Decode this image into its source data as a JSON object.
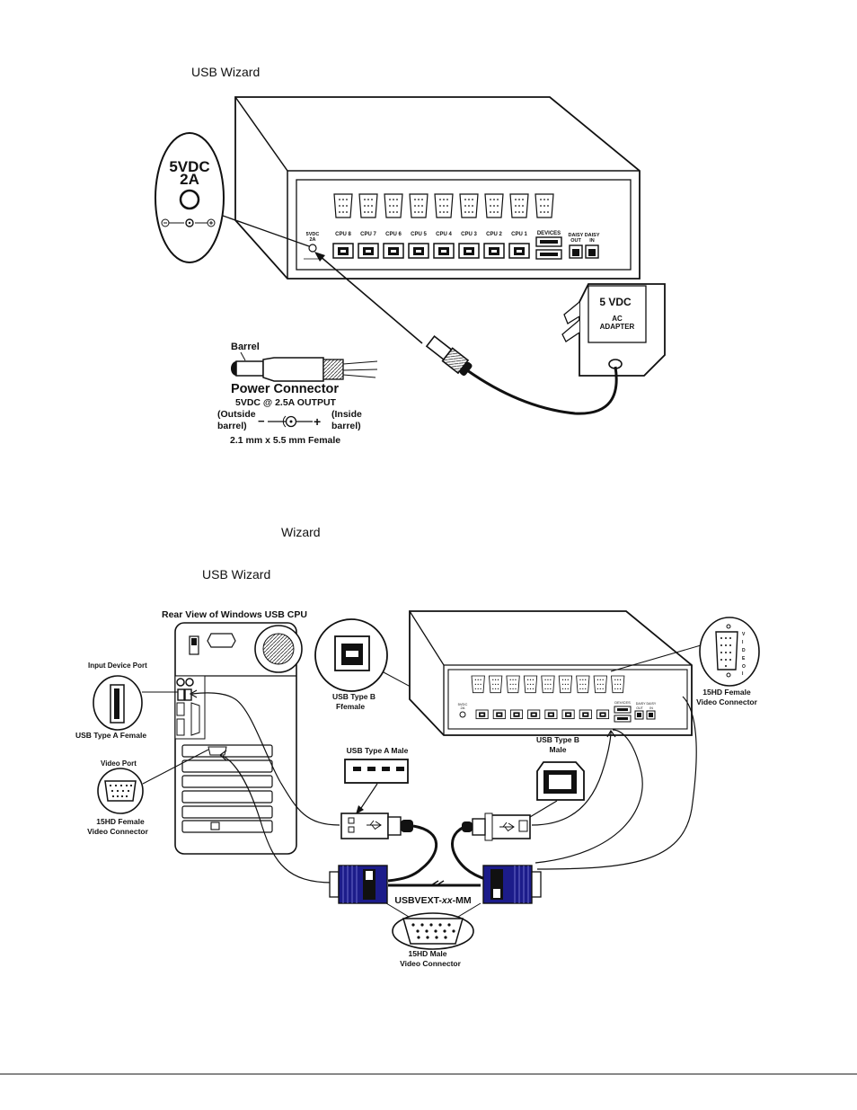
{
  "captions": {
    "top": "USB Wizard",
    "middle": "Wizard",
    "lower": "USB Wizard"
  },
  "top_diagram": {
    "callout_voltage": "5VDC",
    "callout_current": "2A",
    "switch_power_label_1": "5VDC",
    "switch_power_label_2": "2A",
    "cpu_ports": [
      "CPU 8",
      "CPU 7",
      "CPU 6",
      "CPU 5",
      "CPU 4",
      "CPU 3",
      "CPU 2",
      "CPU 1"
    ],
    "devices_label": "DEVICES",
    "daisy_label": "DAISY DAISY",
    "daisy_out": "OUT",
    "daisy_in": "IN",
    "adapter_voltage": "5 VDC",
    "adapter_line1": "AC",
    "adapter_line2": "ADAPTER",
    "barrel_label": "Barrel",
    "power_connector_title": "Power Connector",
    "power_output": "5VDC @ 2.5A OUTPUT",
    "outside_label_1": "(Outside",
    "outside_label_2": "barrel)",
    "inside_label_1": "(Inside",
    "inside_label_2": "barrel)",
    "connector_size": "2.1 mm x 5.5 mm Female",
    "minus_sign": "−",
    "plus_sign": "+"
  },
  "bottom_diagram": {
    "rear_view_title": "Rear View of Windows USB CPU",
    "input_device_port": "Input Device Port",
    "usb_a_female": "USB Type A Female",
    "video_port": "Video Port",
    "hd15_female_1": "15HD Female",
    "hd15_female_2": "Video Connector",
    "usb_b_female_1": "USB Type B",
    "usb_b_female_2": "Ffemale",
    "usb_a_male": "USB Type A Male",
    "usb_b_male_1": "USB Type B",
    "usb_b_male_2": "Male",
    "right_hd15_1": "15HD Female",
    "right_hd15_2": "Video Connector",
    "cable_model_prefix": "USBVEXT-",
    "cable_model_italic": "xx",
    "cable_model_suffix": "-MM",
    "hd15_male_1": "15HD Male",
    "hd15_male_2": "Video Connector",
    "video_letters": [
      "V",
      "I",
      "D",
      "E",
      "O",
      "I"
    ],
    "switch_power_small_1": "5VDC",
    "switch_power_small_2": "2A",
    "devices_small": "DEVICES",
    "daisy_small": "DAISY DAISY",
    "daisy_small_out": "OUT",
    "daisy_small_in": "IN"
  }
}
